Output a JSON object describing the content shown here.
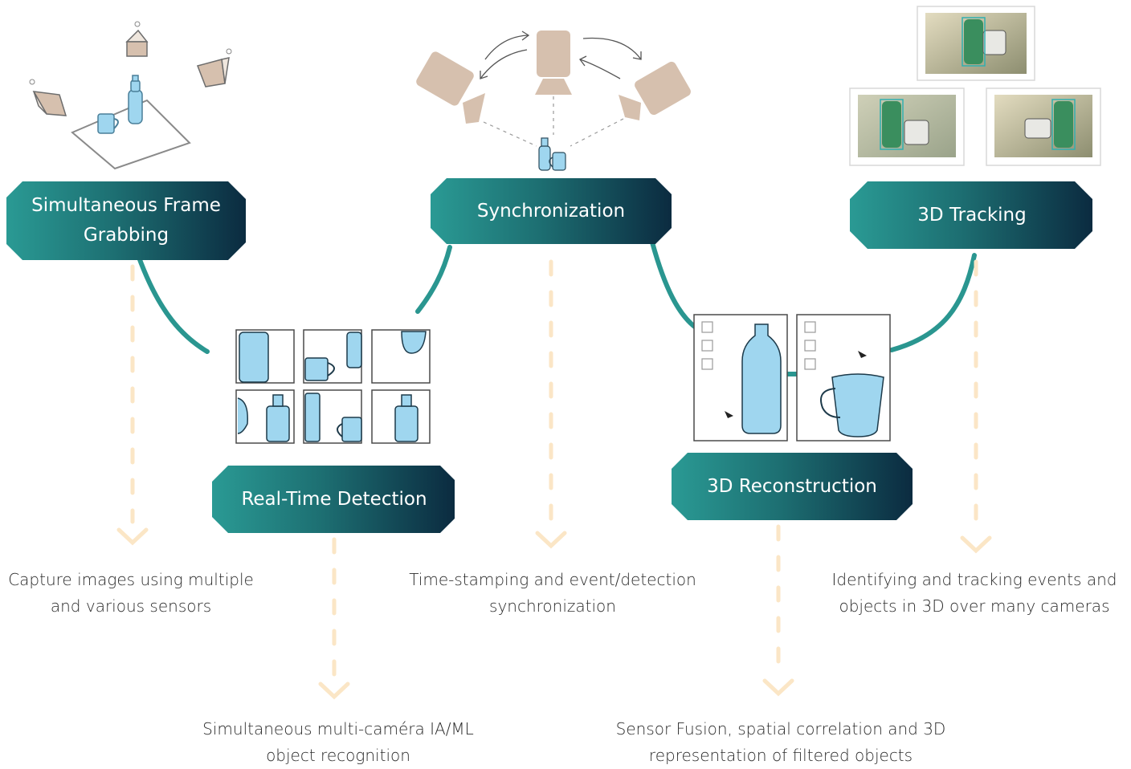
{
  "steps": [
    {
      "title": "Simultaneous Frame Grabbing",
      "description": "Capture images using multiple and various sensors"
    },
    {
      "title": "Real-Time Detection",
      "description": "Simultaneous multi-caméra IA/ML object recognition"
    },
    {
      "title": "Synchronization",
      "description": "Time-stamping and event/detection synchronization"
    },
    {
      "title": "3D Reconstruction",
      "description": "Sensor Fusion, spatial correlation and 3D representation of filtered objects"
    },
    {
      "title": "3D Tracking",
      "description": "Identifying and tracking events and objects in 3D over many cameras"
    }
  ],
  "colors": {
    "flow_curve": "#2a9690",
    "badge_start": "#2a9a94",
    "badge_end": "#0b2b40",
    "dashed_arrow": "#fbe6c6",
    "object_fill": "#9fd6ef",
    "camera_fill": "#d6c0ae",
    "text": "#2b2b2b"
  },
  "icons": {
    "step1": "camera-rig-icon",
    "step2": "detection-grid-icon",
    "step3": "camera-sync-icon",
    "step4": "reconstruction-panels-icon",
    "step5": "tracking-photos-icon"
  }
}
